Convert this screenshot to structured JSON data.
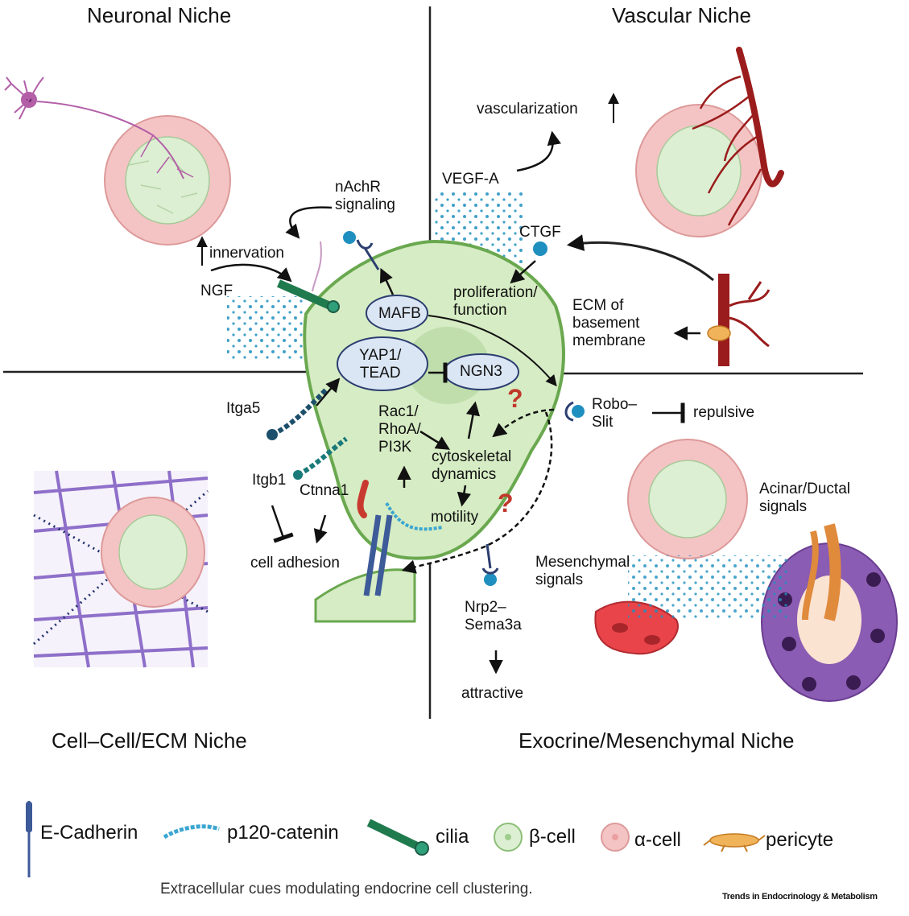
{
  "niches": {
    "neuronal": "Neuronal Niche",
    "vascular": "Vascular Niche",
    "cell_ecm": "Cell–Cell/ECM Niche",
    "exocrine": "Exocrine/Mesenchymal Niche"
  },
  "labels": {
    "nachr": "nAchR\nsignaling",
    "innervation": "innervation",
    "ngf": "NGF",
    "vascularization": "vascularization",
    "vegfa": "VEGF-A",
    "ctgf": "CTGF",
    "prolif": "proliferation/\nfunction",
    "ecm": "ECM of\nbasement\nmembrane",
    "mafb": "MAFB",
    "yap": "YAP1/\nTEAD",
    "ngn3": "NGN3",
    "itga5": "Itga5",
    "itgb1": "Itgb1",
    "ctnna1": "Ctnna1",
    "rac1": "Rac1/\nRhoA/\nPI3K",
    "cyto": "cytoskeletal\ndynamics",
    "motility": "motility",
    "adhesion": "cell adhesion",
    "robo": "Robo–\nSlit",
    "repulsive": "repulsive",
    "nrp2": "Nrp2–\nSema3a",
    "attractive": "attractive",
    "acinar": "Acinar/Ductal\nsignals",
    "mesench": "Mesenchymal\nsignals",
    "q1": "?",
    "q2": "?"
  },
  "legend": [
    {
      "name": "E-Cadherin"
    },
    {
      "name": "p120-catenin"
    },
    {
      "name": "cilia"
    },
    {
      "name": "β-cell"
    },
    {
      "name": "α-cell"
    },
    {
      "name": "pericyte"
    }
  ],
  "caption": "Extracellular cues modulating endocrine cell clustering.",
  "brand": "Trends in Endocrinology & Metabolism",
  "colors": {
    "cell_fill": "#d6ecc4",
    "cell_stroke": "#6aa84f",
    "alpha_fill": "#f4c4c4",
    "beta_fill": "#dcefd2",
    "oval_fill": "#dbe6f4",
    "vessel": "#9b1c1c",
    "signal_dot": "#1f8fbf",
    "ecm_purple": "#8e6fc9",
    "ecm_navy": "#1f2f6b",
    "question": "#c0392b",
    "acinar": "#8b5cb3",
    "duct": "#e08a3c"
  }
}
